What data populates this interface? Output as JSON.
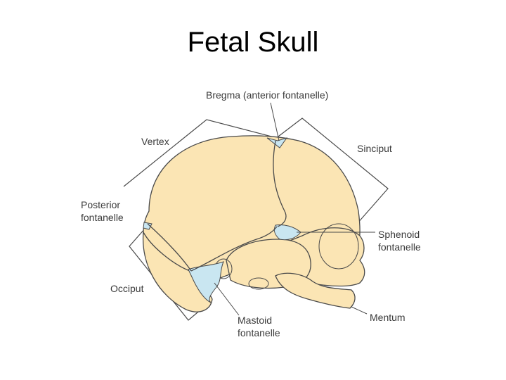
{
  "slide": {
    "title": "Fetal Skull"
  },
  "labels": {
    "bregma": "Bregma (anterior fontanelle)",
    "vertex": "Vertex",
    "sinciput": "Sinciput",
    "posterior_line1": "Posterior",
    "posterior_line2": "fontanelle",
    "sphenoid_line1": "Sphenoid",
    "sphenoid_line2": "fontanelle",
    "occiput": "Occiput",
    "mastoid_line1": "Mastoid",
    "mastoid_line2": "fontanelle",
    "mentum": "Mentum"
  },
  "colors": {
    "bone": "#fbe5b4",
    "fontanelle": "#c9e6f1",
    "outline": "#4a4a4a",
    "label": "#3a3a3a"
  }
}
